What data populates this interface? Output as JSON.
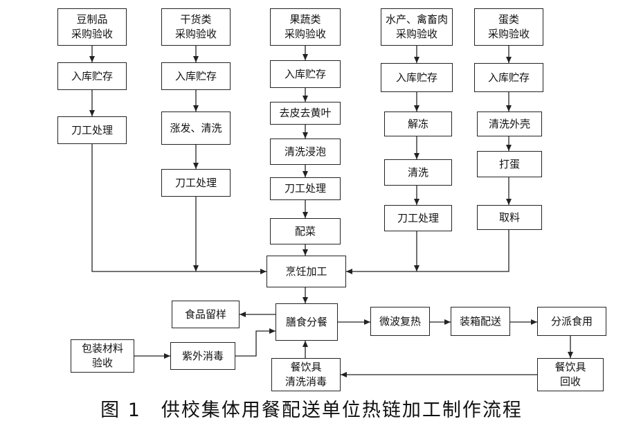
{
  "caption": "图 1　供校集体用餐配送单位热链加工制作流程",
  "nodes": {
    "doufu_purchase": "豆制品\n采购验收",
    "dry_purchase": "干货类\n采购验收",
    "veg_purchase": "果蔬类\n采购验收",
    "meat_purchase": "水产、禽畜肉\n采购验收",
    "egg_purchase": "蛋类\n采购验收",
    "doufu_storage": "入库贮存",
    "dry_storage": "入库贮存",
    "veg_storage": "入库贮存",
    "meat_storage": "入库贮存",
    "egg_storage": "入库贮存",
    "doufu_cut": "刀工处理",
    "dry_soak": "涨发、清洗",
    "dry_cut": "刀工处理",
    "veg_peel": "去皮去黄叶",
    "veg_wash": "清洗浸泡",
    "veg_cut": "刀工处理",
    "veg_mix": "配菜",
    "meat_thaw": "解冻",
    "meat_wash": "清洗",
    "meat_cut": "刀工处理",
    "egg_wash": "清洗外壳",
    "egg_crack": "打蛋",
    "egg_take": "取料",
    "cooking": "烹饪加工",
    "sample": "食品留样",
    "portion": "膳食分餐",
    "packing_check": "包装材料\n验收",
    "uv": "紫外消毒",
    "microwave": "微波复热",
    "boxing": "装箱配送",
    "distribute": "分派食用",
    "tableware_return": "餐饮具\n回收",
    "tableware_clean": "餐饮具\n清洗消毒"
  }
}
